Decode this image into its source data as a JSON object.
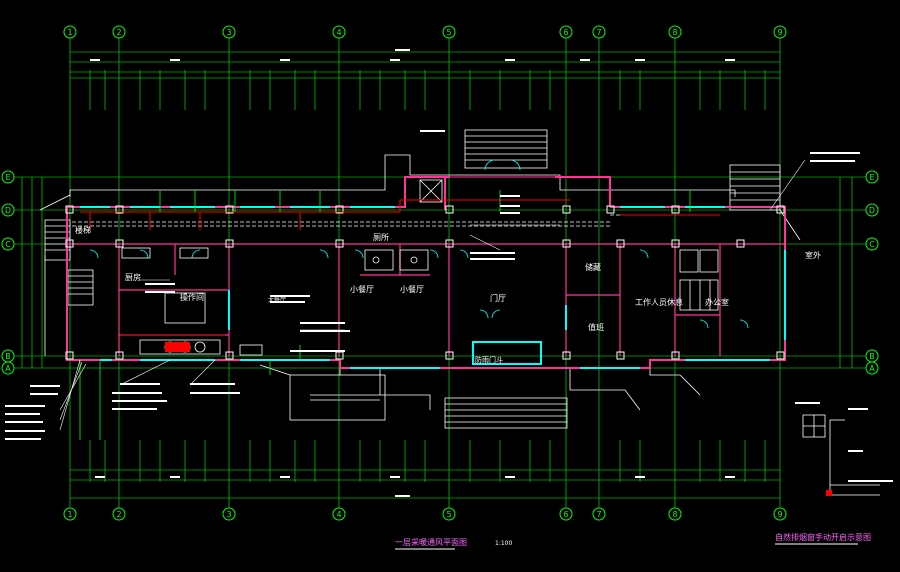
{
  "drawing": {
    "title": "一层采暖通风平面图",
    "scale": "1:100",
    "side_title": "自然排烟窗手动开启示意图"
  },
  "axes": {
    "columns": [
      "1",
      "2",
      "3",
      "4",
      "5",
      "6",
      "7",
      "8",
      "9"
    ],
    "rows_left": [
      "E",
      "D",
      "C",
      "B",
      "A"
    ],
    "rows_right": [
      "E",
      "D",
      "C",
      "B",
      "A"
    ]
  },
  "rooms": {
    "hall": "门厅",
    "small_hall_1": "小餐厅",
    "small_hall_2": "小餐厅",
    "toilet": "厕所",
    "office": "办公室",
    "work_room": "工作人员休息",
    "duty": "值班",
    "storage": "储藏",
    "kitchen": "厨房",
    "cooking": "操作间",
    "stair": "楼梯",
    "outdoor": "室外",
    "entrance_door": "防雨门斗",
    "main_dining": "大餐厅"
  },
  "colors": {
    "axis": "#00ff00",
    "wall": "#ff3399",
    "column": "#ffffff",
    "window": "#00ffff",
    "annotation": "#ffffff",
    "pipe": "#ff0000",
    "dimension": "#00ff00",
    "title": "#ff66ff"
  }
}
